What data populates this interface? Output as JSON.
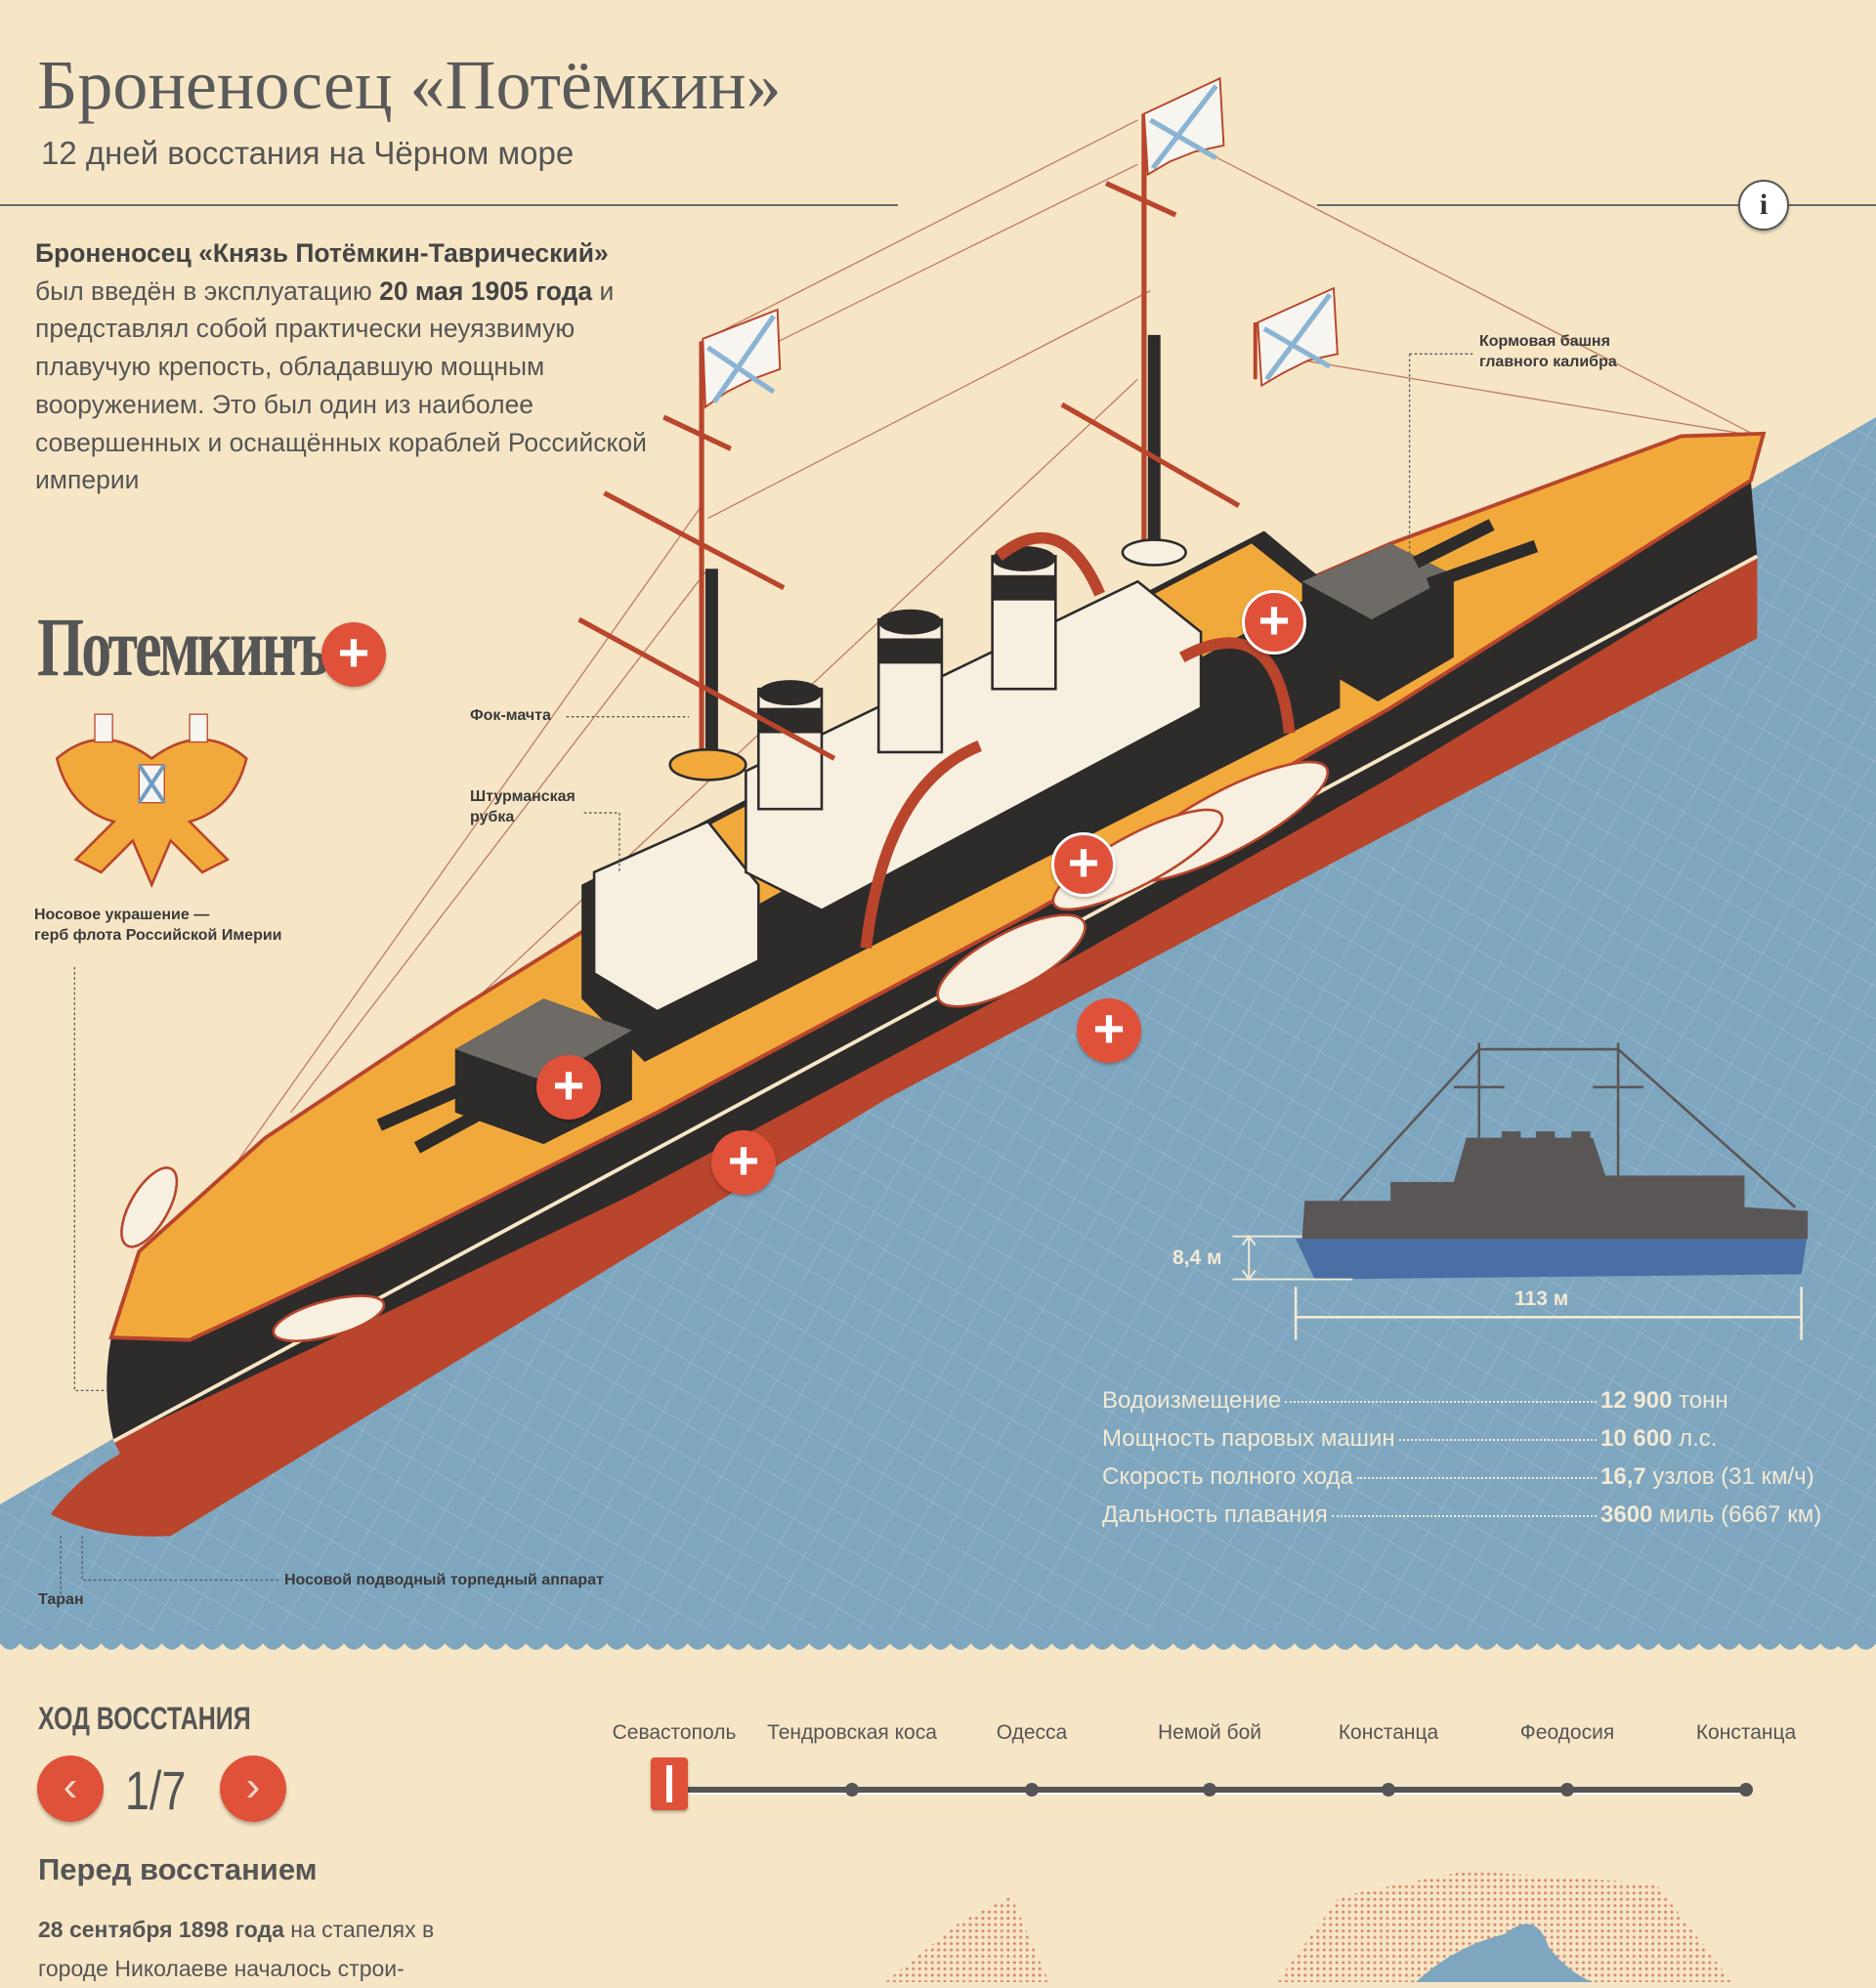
{
  "header": {
    "title": "Броненосец «Потёмкин»",
    "subtitle": "12 дней восстания на Чёрном море",
    "info_button": "i"
  },
  "intro": {
    "bold1": "Броненосец «Князь Потёмкин-Таврический»",
    "t1": " был введён в эксплуатацию ",
    "bold2": "20 мая 1905 года",
    "t2": " и представлял собой практически неуязвимую плавучую крепость, обладавшую мощным вооружением. Это был один из наиболее совершенных и оснащённых кораблей Российской империи"
  },
  "logo": {
    "text": "Потемкинъ",
    "plus": "+"
  },
  "labels": {
    "emblem": "Носовое украшение —",
    "emblem2": "герб флота Российской Имерии",
    "foremast": "Фок-мачта",
    "bridge1": "Штурманская",
    "bridge2": "рубка",
    "aft_turret1": "Кормовая башня",
    "aft_turret2": "главного калибра",
    "ram": "Таран",
    "torpedo": "Носовой подводный торпедный аппарат"
  },
  "hotspots": [
    "+",
    "+",
    "+",
    "+",
    "+"
  ],
  "dimensions": {
    "draft": "8,4 м",
    "length": "113 м"
  },
  "specs": [
    {
      "label": "Водоизмещение",
      "value_bold": "12 900",
      "value_rest": " тонн"
    },
    {
      "label": "Мощность паровых машин",
      "value_bold": "10 600",
      "value_rest": " л.с."
    },
    {
      "label": "Скорость полного хода",
      "value_bold": "16,7",
      "value_rest": " узлов (31 км/ч)"
    },
    {
      "label": "Дальность плавания",
      "value_bold": "3600",
      "value_rest": " миль (6667 км)"
    }
  ],
  "timeline": {
    "section_title": "ХОД ВОССТАНИЯ",
    "prev": "‹",
    "next": "›",
    "counter": "1/7",
    "current_step": 1,
    "total_steps": 7,
    "stops": [
      "Севастополь",
      "Тендровская коса",
      "Одесса",
      "Немой бой",
      "Констанца",
      "Феодосия",
      "Констанца"
    ],
    "step_title": "Перед восстанием",
    "step_bold": "28 сентября 1898 года",
    "step_text": " на стапелях в городе Николаеве началось строи-"
  },
  "colors": {
    "accent": "#e0513a",
    "paper": "#f6e6c6",
    "sea": "#7fa6bf",
    "deck": "#f2a93b",
    "hull": "#2e2b2b",
    "keel": "#b8452c"
  }
}
